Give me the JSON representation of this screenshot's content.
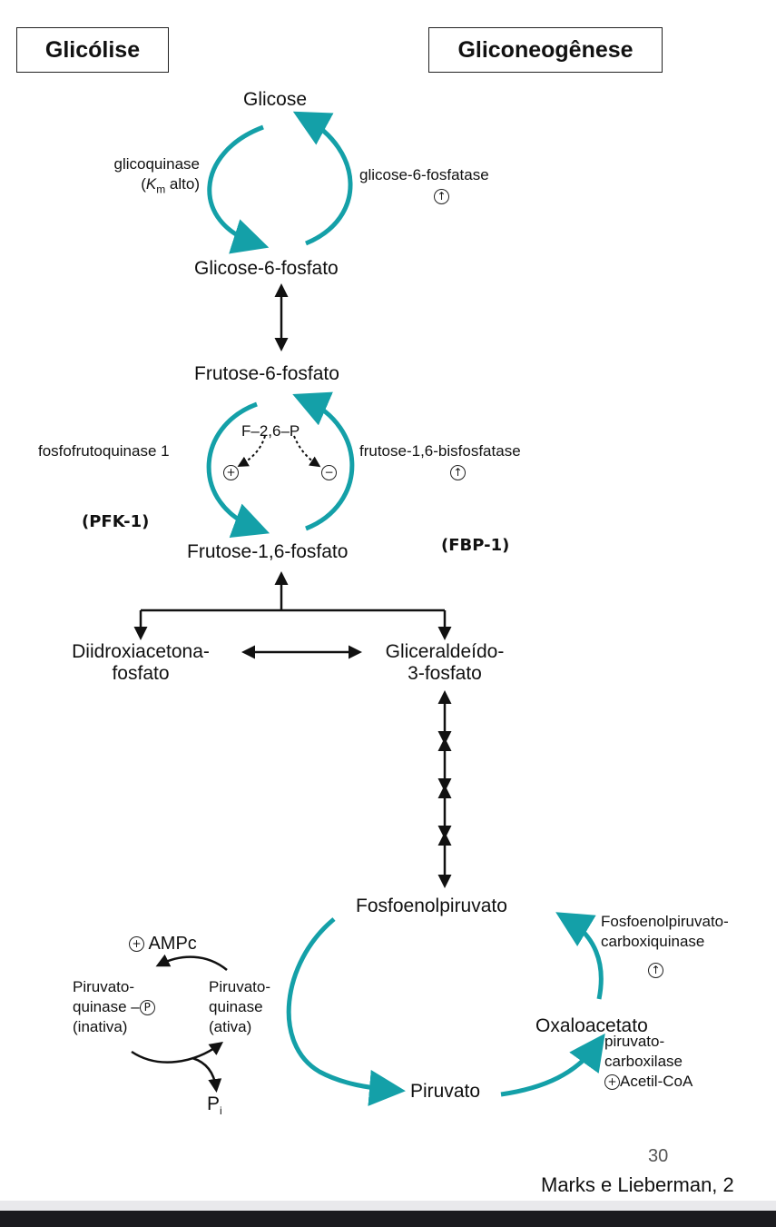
{
  "headers": {
    "left": "Glicólise",
    "right": "Gliconeogênese"
  },
  "metabolites": {
    "glicose": "Glicose",
    "g6p": "Glicose-6-fosfato",
    "f6p": "Frutose-6-fosfato",
    "f16p": "Frutose-1,6-fosfato",
    "dhap_line1": "Diidroxiacetona-",
    "dhap_line2": "fosfato",
    "g3p_line1": "Gliceraldeído-",
    "g3p_line2": "3-fosfato",
    "pep": "Fosfoenolpiruvato",
    "oaa": "Oxaloacetato",
    "piruvato": "Piruvato"
  },
  "enzymes": {
    "glicoquinase": "glicoquinase",
    "km_k": "K",
    "km_sub": "m",
    "km_rest": " alto)",
    "g6pase": "glicose-6-fosfatase",
    "pfk1": "fosfofrutoquinase 1",
    "f26p": "F–2,6–P",
    "fbpase": "frutose-1,6-bisfosfatase",
    "pepck_line1": "Fosfoenolpiruvato-",
    "pepck_line2": "carboxiquinase",
    "pc_line1": "piruvato-",
    "pc_line2": "carboxilase",
    "acetil_coa": "Acetil-CoA",
    "ampc": "AMPc",
    "pk_inactive_1": "Piruvato-",
    "pk_inactive_2": "quinase",
    "pk_inactive_3": "(inativa)",
    "pk_active_1": "Piruvato-",
    "pk_active_2": "quinase",
    "pk_active_3": "(ativa)",
    "phospho": "P",
    "pi_p": "P",
    "pi_sub": "i"
  },
  "symbols": {
    "plus": "+",
    "minus": "−",
    "up": "↑"
  },
  "badges": {
    "pfk": "(PFK-1)",
    "fbp": "(FBP-1)"
  },
  "page_number": "30",
  "citation": "Marks e Lieberman, 2"
}
